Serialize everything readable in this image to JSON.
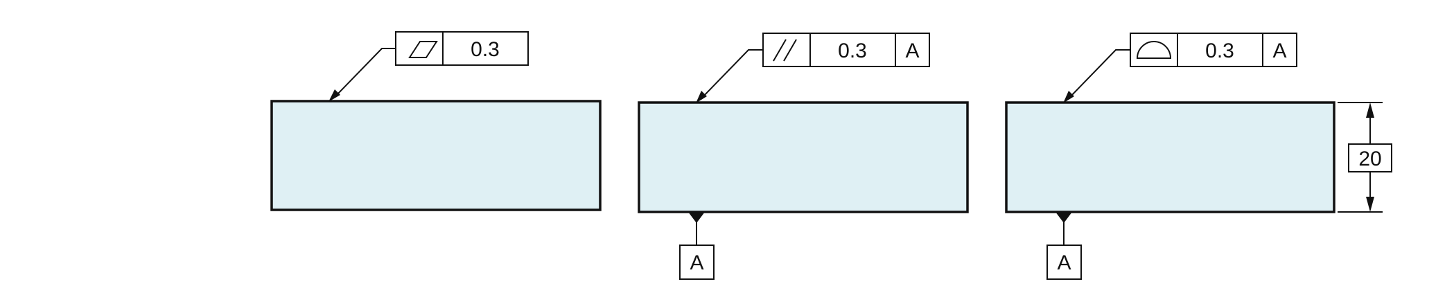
{
  "colors": {
    "part_fill": "#dff0f4",
    "line": "#111111",
    "background": "#ffffff"
  },
  "views": [
    {
      "characteristic_icon": "flatness-icon",
      "tolerance": "0.3",
      "datum_reference": null,
      "datum_feature": null
    },
    {
      "characteristic_icon": "parallelism-icon",
      "tolerance": "0.3",
      "datum_reference": "A",
      "datum_feature": "A"
    },
    {
      "characteristic_icon": "profile-of-surface-icon",
      "tolerance": "0.3",
      "datum_reference": "A",
      "datum_feature": "A",
      "height_dimension": "20"
    }
  ]
}
